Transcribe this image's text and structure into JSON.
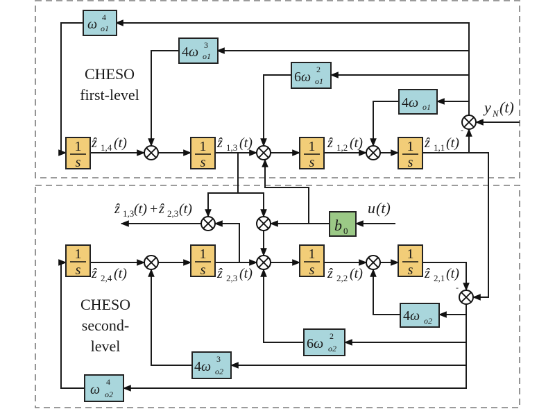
{
  "title": "CHESO cascaded high-order extended state observer block diagram",
  "stage1": {
    "label_line1": "CHESO",
    "label_line2": "first-level",
    "integrator_num": "1",
    "integrator_den": "s",
    "gains": {
      "g4": {
        "coef": "",
        "omega": "ω",
        "sub": "o1",
        "sup": "4"
      },
      "g3": {
        "coef": "4",
        "omega": "ω",
        "sub": "o1",
        "sup": "3"
      },
      "g2": {
        "coef": "6",
        "omega": "ω",
        "sub": "o1",
        "sup": "2"
      },
      "g1": {
        "coef": "4",
        "omega": "ω",
        "sub": "o1",
        "sup": ""
      }
    },
    "states": {
      "z4": {
        "base": "ẑ",
        "sub": "1,4",
        "arg": "(t)"
      },
      "z3": {
        "base": "ẑ",
        "sub": "1,3",
        "arg": "(t)"
      },
      "z2": {
        "base": "ẑ",
        "sub": "1,2",
        "arg": "(t)"
      },
      "z1": {
        "base": "ẑ",
        "sub": "1,1",
        "arg": "(t)"
      }
    },
    "input": {
      "base": "y",
      "sub": "N",
      "arg": "(t)"
    },
    "minus_sign": "-"
  },
  "middle": {
    "output_label": {
      "a_base": "ẑ",
      "a_sub": "1,3",
      "a_arg": "(t)",
      "plus": "+",
      "b_base": "ẑ",
      "b_sub": "2,3",
      "b_arg": "(t)"
    },
    "b0": {
      "base": "b",
      "sub": "0"
    },
    "control_input": {
      "base": "u",
      "arg": "(t)"
    }
  },
  "stage2": {
    "label_line1": "CHESO",
    "label_line2": "second-",
    "label_line3": "level",
    "integrator_num": "1",
    "integrator_den": "s",
    "gains": {
      "g4": {
        "coef": "",
        "omega": "ω",
        "sub": "o2",
        "sup": "4"
      },
      "g3": {
        "coef": "4",
        "omega": "ω",
        "sub": "o2",
        "sup": "3"
      },
      "g2": {
        "coef": "6",
        "omega": "ω",
        "sub": "o2",
        "sup": "2"
      },
      "g1": {
        "coef": "4",
        "omega": "ω",
        "sub": "o2",
        "sup": ""
      }
    },
    "states": {
      "z4": {
        "base": "ẑ",
        "sub": "2,4",
        "arg": "(t)"
      },
      "z3": {
        "base": "ẑ",
        "sub": "2,3",
        "arg": "(t)"
      },
      "z2": {
        "base": "ẑ",
        "sub": "2,2",
        "arg": "(t)"
      },
      "z1": {
        "base": "ẑ",
        "sub": "2,1",
        "arg": "(t)"
      }
    },
    "minus_sign": "-"
  },
  "icons": {
    "sum": "summing-junction-icon",
    "arrow": "arrowhead-icon"
  }
}
